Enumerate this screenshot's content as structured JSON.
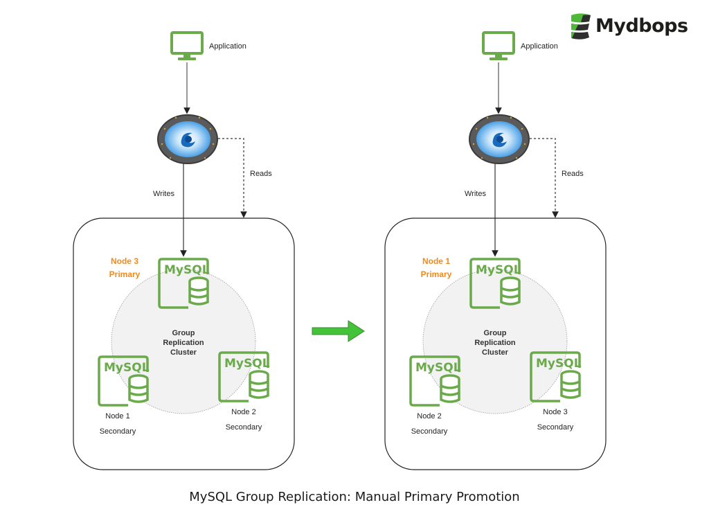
{
  "brand": {
    "name": "Mydbops",
    "colors": {
      "green": "#4fb83a",
      "dark": "#1d1d1b"
    }
  },
  "colors": {
    "node_green": "#6aaa4b",
    "primary_orange": "#f08a1c",
    "transition_arrow": "#44c23a",
    "cluster_fill": "#f2f2f2"
  },
  "caption": "MySQL Group Replication: Manual Primary Promotion",
  "transition_arrow_icon": "right-arrow-icon",
  "panels": [
    {
      "id": "before",
      "application_label": "Application",
      "application_icon": "monitor-icon",
      "proxy_icon": "proxy-router-icon",
      "writes_label": "Writes",
      "reads_label": "Reads",
      "cluster_label": [
        "Group",
        "Replication",
        "Cluster"
      ],
      "nodes": [
        {
          "icon": "mysql-icon",
          "icon_text": "MySQL",
          "name": "Node 3",
          "role": "Primary",
          "is_primary": true
        },
        {
          "icon": "mysql-icon",
          "icon_text": "MySQL",
          "name": "Node 1",
          "role": "Secondary",
          "is_primary": false
        },
        {
          "icon": "mysql-icon",
          "icon_text": "MySQL",
          "name": "Node 2",
          "role": "Secondary",
          "is_primary": false
        }
      ]
    },
    {
      "id": "after",
      "application_label": "Application",
      "application_icon": "monitor-icon",
      "proxy_icon": "proxy-router-icon",
      "writes_label": "Writes",
      "reads_label": "Reads",
      "cluster_label": [
        "Group",
        "Replication",
        "Cluster"
      ],
      "nodes": [
        {
          "icon": "mysql-icon",
          "icon_text": "MySQL",
          "name": "Node 1",
          "role": "Primary",
          "is_primary": true
        },
        {
          "icon": "mysql-icon",
          "icon_text": "MySQL",
          "name": "Node 2",
          "role": "Secondary",
          "is_primary": false
        },
        {
          "icon": "mysql-icon",
          "icon_text": "MySQL",
          "name": "Node 3",
          "role": "Secondary",
          "is_primary": false
        }
      ]
    }
  ]
}
